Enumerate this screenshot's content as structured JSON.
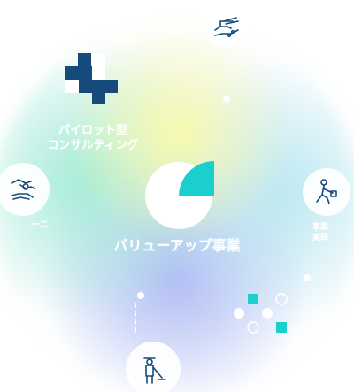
{
  "main": {
    "title": "バリューアップ事業"
  },
  "pilot": {
    "line1": "パイロット型",
    "line2": "コンサルティング"
  },
  "left_node": {
    "label_part": "ーニ"
  },
  "right_node": {
    "line1": "事業",
    "line2": "実践"
  },
  "colors": {
    "navy": "#164a7a",
    "teal": "#1ccfcf",
    "white": "#ffffff"
  }
}
